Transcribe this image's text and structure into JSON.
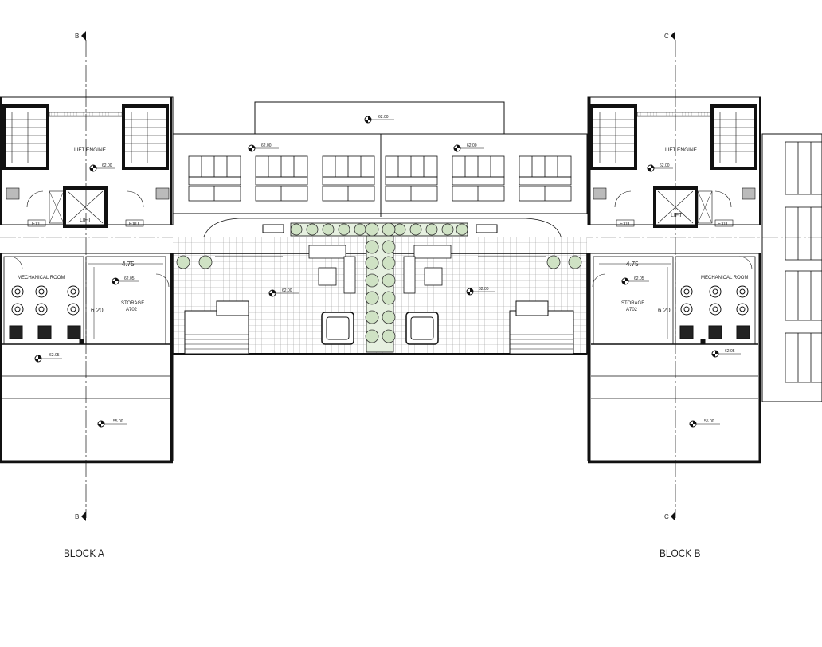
{
  "sections": {
    "b_top": "B",
    "b_bottom": "B",
    "c_top": "C",
    "c_bottom": "C"
  },
  "blocks": {
    "a": {
      "label": "BLOCK A",
      "lift_engine": "LIFT ENGINE",
      "lift": "LIFT",
      "exit_left": "EXIT",
      "exit_right": "EXIT",
      "mechanical": "MECHANICAL ROOM",
      "storage": "STORAGE",
      "storage_code": "A702",
      "dim_width": "4.75",
      "dim_height": "6.20",
      "lvl_lift": "62.00",
      "lvl_storage": "62.05",
      "lvl_mech": "62.05",
      "lvl_low": "55.00"
    },
    "b": {
      "label": "BLOCK B",
      "lift_engine": "LIFT ENGINE",
      "lift": "LIFT",
      "exit_left": "EXIT",
      "exit_right": "EXIT",
      "mechanical": "MECHANICAL ROOM",
      "storage": "STORAGE",
      "storage_code": "A702",
      "dim_width": "4.75",
      "dim_height": "6.20",
      "lvl_lift": "62.00",
      "lvl_storage": "62.05",
      "lvl_mech": "62.05",
      "lvl_low": "55.00"
    }
  },
  "center": {
    "lvl_top": "62.00",
    "lvl_left_roof": "62.00",
    "lvl_right_roof": "62.00",
    "lvl_terrace_left": "62.00",
    "lvl_terrace_right": "62.00"
  }
}
